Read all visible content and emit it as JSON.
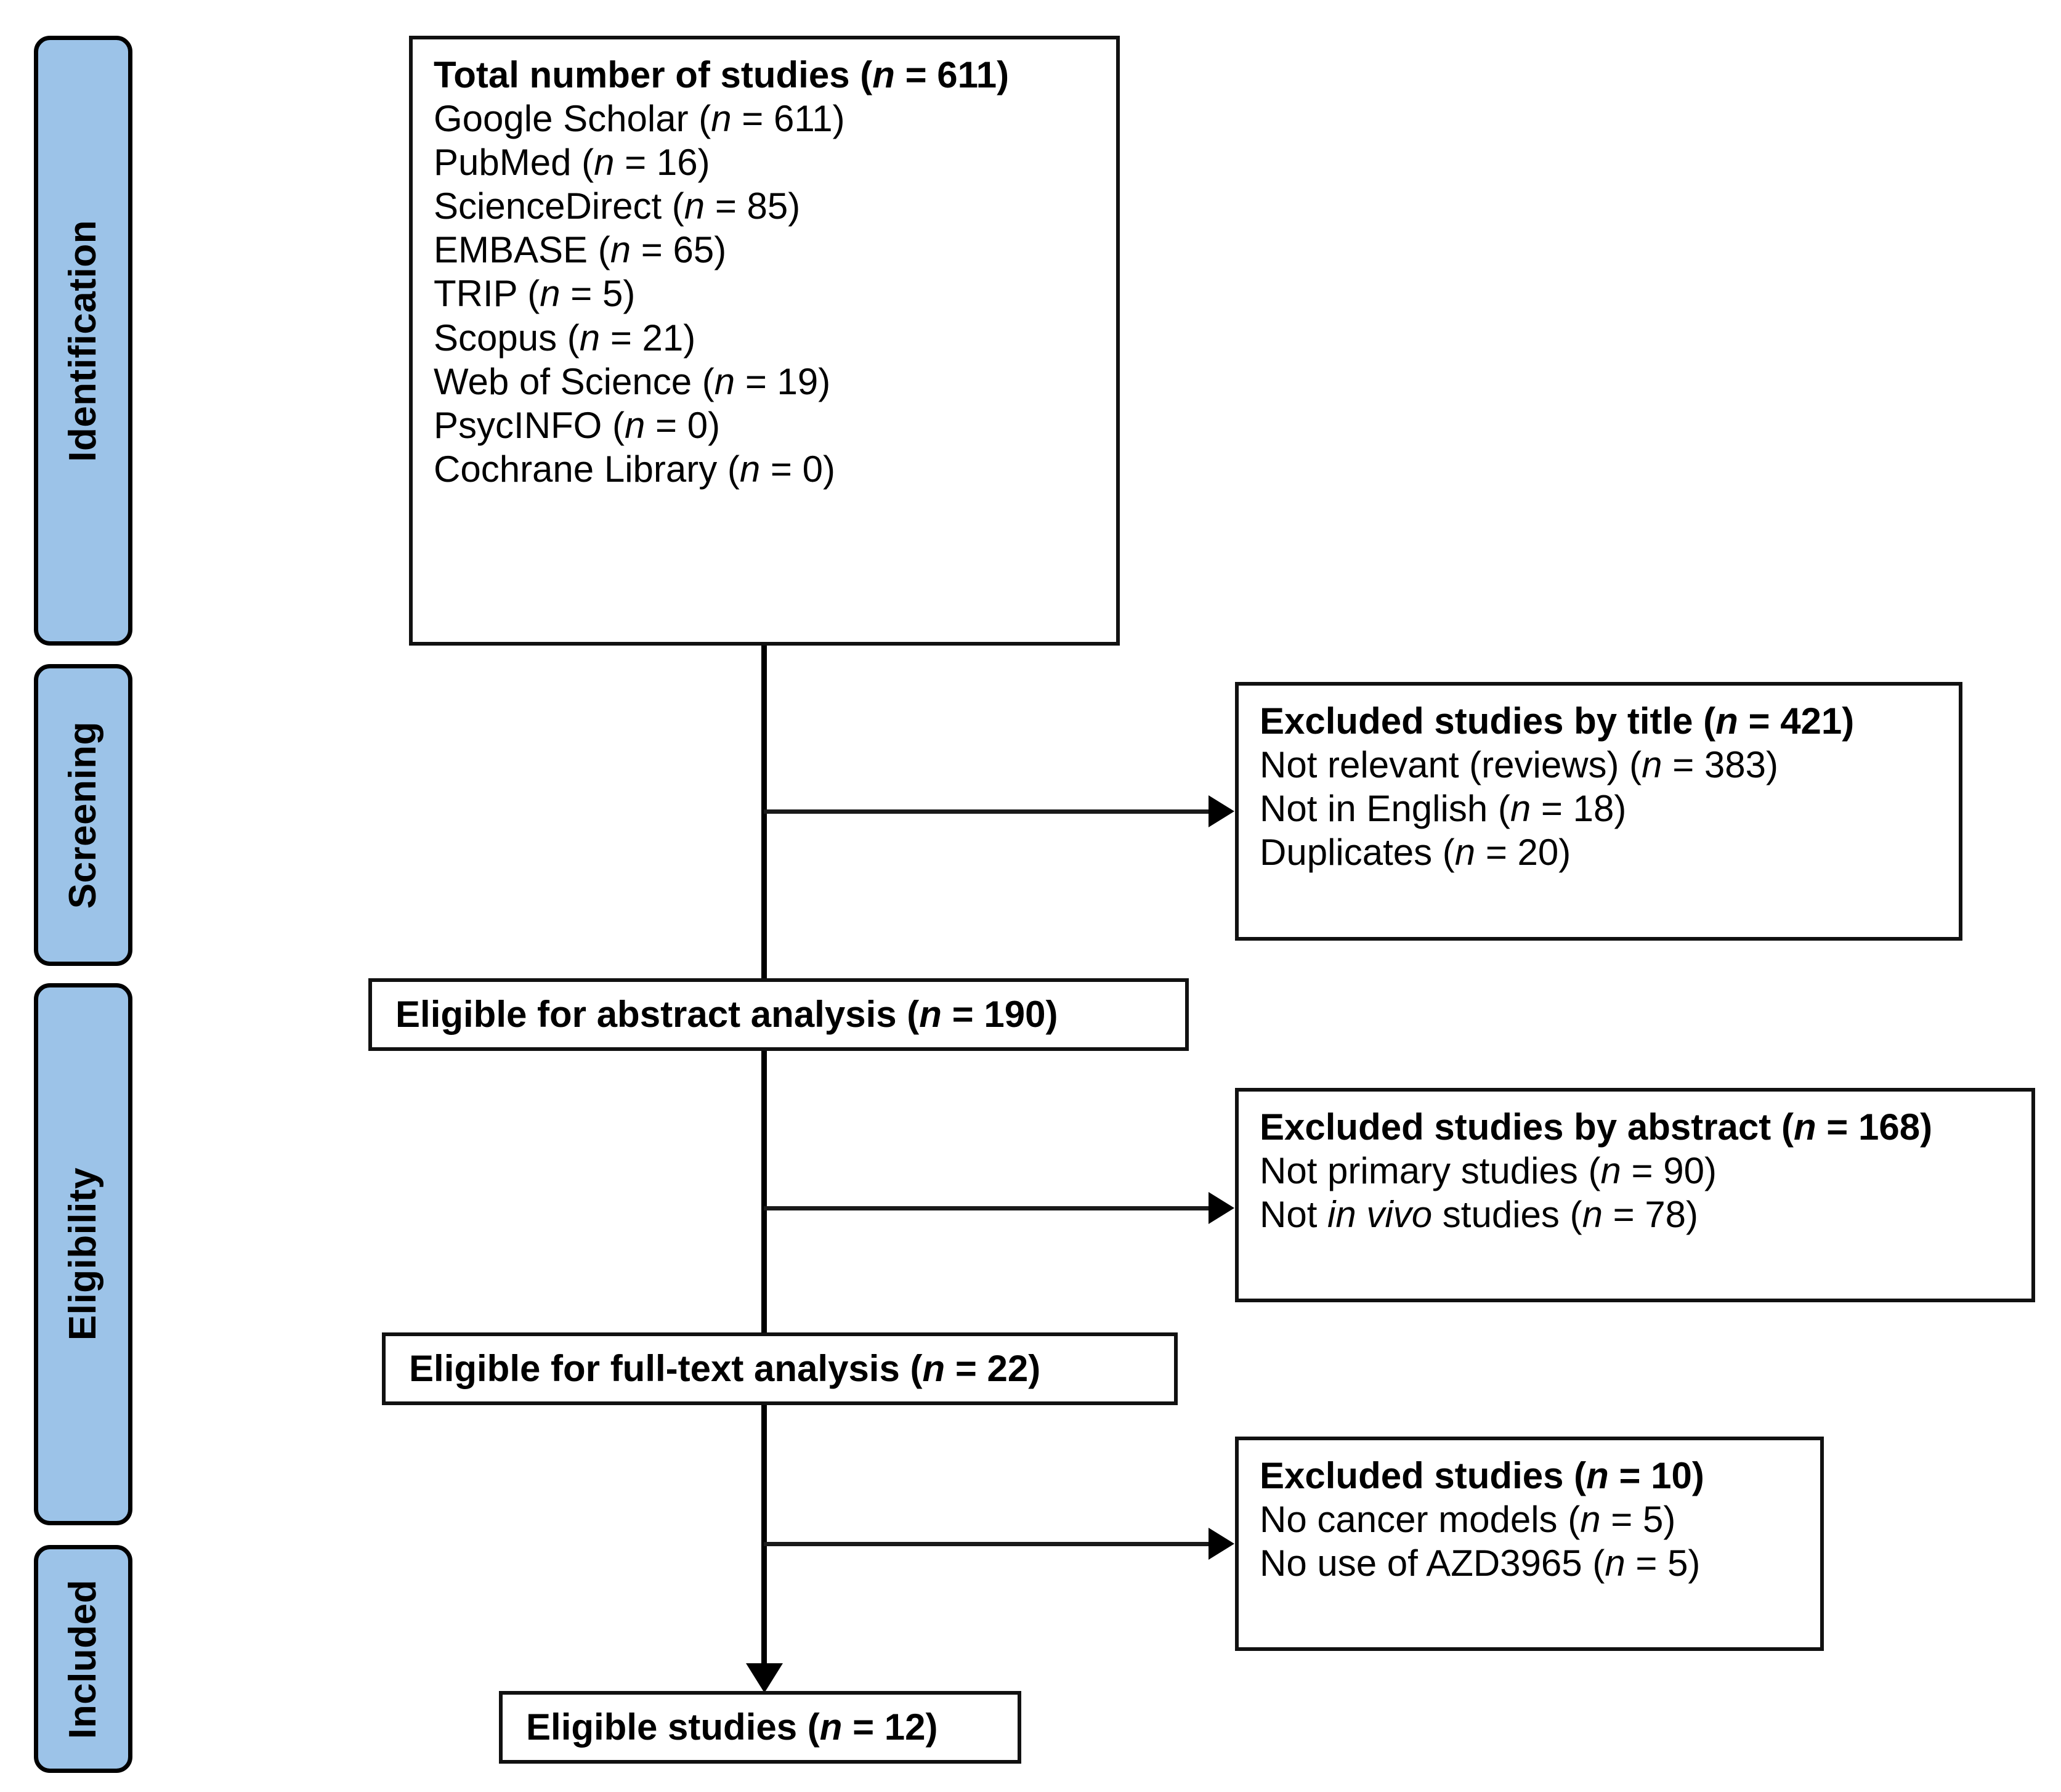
{
  "diagram": {
    "type": "PRISMA flow diagram",
    "accent_color": "#9CC3E8",
    "line_color": "#000000",
    "background": "#ffffff"
  },
  "stages": [
    {
      "id": "identification",
      "label": "Identification"
    },
    {
      "id": "screening",
      "label": "Screening"
    },
    {
      "id": "eligibility",
      "label": "Eligibility"
    },
    {
      "id": "included",
      "label": "Included"
    }
  ],
  "boxes": {
    "identification": {
      "heading": "Total number of studies (n = 611)",
      "heading_plain": "Total number of studies",
      "heading_n": "611",
      "sources": [
        {
          "name": "Google Scholar",
          "n": "611",
          "text": "Google Scholar (n = 611)"
        },
        {
          "name": "PubMed",
          "n": "16",
          "text": "PubMed (n = 16)"
        },
        {
          "name": "ScienceDirect",
          "n": "85",
          "text": "ScienceDirect (n = 85)"
        },
        {
          "name": "EMBASE",
          "n": "65",
          "text": "EMBASE (n = 65)"
        },
        {
          "name": "TRIP",
          "n": "5",
          "text": "TRIP (n = 5)"
        },
        {
          "name": "Scopus",
          "n": "21",
          "text": "Scopus (n = 21)"
        },
        {
          "name": "Web of Science",
          "n": "19",
          "text": "Web of Science (n = 19)"
        },
        {
          "name": "PsycINFO",
          "n": "0",
          "text": "PsycINFO (n = 0)"
        },
        {
          "name": "Cochrane Library",
          "n": "0",
          "text": "Cochrane  Library (n = 0)"
        }
      ]
    },
    "excluded_by_title": {
      "heading": "Excluded studies by title (n = 421)",
      "heading_n": "421",
      "reasons": [
        {
          "label": "Not relevant (reviews)",
          "n": "383",
          "text": "Not relevant (reviews) (n = 383)"
        },
        {
          "label": "Not in English",
          "n": "18",
          "text": "Not in English (n = 18)"
        },
        {
          "label": "Duplicates",
          "n": "20",
          "text": "Duplicates (n = 20)"
        }
      ]
    },
    "eligible_abstract": {
      "heading": "Eligible for abstract analysis (n = 190)",
      "heading_n": "190"
    },
    "excluded_by_abstract": {
      "heading": "Excluded studies by abstract (n = 168)",
      "heading_n": "168",
      "reasons": [
        {
          "label": "Not primary studies",
          "n": "90",
          "text": "Not primary studies (n = 90)"
        },
        {
          "label": "Not in vivo studies",
          "n": "78",
          "text_pre": "Not ",
          "text_italic": "in vivo",
          "text_post": " studies (n = 78)"
        }
      ]
    },
    "eligible_fulltext": {
      "heading": "Eligible for full-text analysis (n = 22)",
      "heading_n": "22"
    },
    "excluded_fulltext": {
      "heading": "Excluded studies (n = 10)",
      "heading_n": "10",
      "reasons": [
        {
          "label": "No cancer models",
          "n": "5",
          "text": "No cancer models (n = 5)"
        },
        {
          "label": "No use of AZD3965",
          "n": "5",
          "text": "No use of AZD3965 (n = 5)"
        }
      ]
    },
    "eligible_final": {
      "heading": "Eligible studies (n = 12)",
      "heading_n": "12"
    }
  },
  "chart_data": {
    "type": "flow",
    "title": "PRISMA study selection flow",
    "nodes": [
      {
        "id": "total",
        "label": "Total number of studies",
        "n": 611,
        "stage": "Identification"
      },
      {
        "id": "excl_title",
        "label": "Excluded studies by title",
        "n": 421,
        "stage": "Screening"
      },
      {
        "id": "abstract",
        "label": "Eligible for abstract analysis",
        "n": 190,
        "stage": "Screening"
      },
      {
        "id": "excl_abstract",
        "label": "Excluded studies by abstract",
        "n": 168,
        "stage": "Eligibility"
      },
      {
        "id": "fulltext",
        "label": "Eligible for full-text analysis",
        "n": 22,
        "stage": "Eligibility"
      },
      {
        "id": "excl_fulltext",
        "label": "Excluded studies",
        "n": 10,
        "stage": "Included"
      },
      {
        "id": "final",
        "label": "Eligible studies",
        "n": 12,
        "stage": "Included"
      }
    ],
    "edges": [
      {
        "from": "total",
        "to": "excl_title"
      },
      {
        "from": "total",
        "to": "abstract"
      },
      {
        "from": "abstract",
        "to": "excl_abstract"
      },
      {
        "from": "abstract",
        "to": "fulltext"
      },
      {
        "from": "fulltext",
        "to": "excl_fulltext"
      },
      {
        "from": "fulltext",
        "to": "final"
      }
    ],
    "sources": {
      "Google Scholar": 611,
      "PubMed": 16,
      "ScienceDirect": 85,
      "EMBASE": 65,
      "TRIP": 5,
      "Scopus": 21,
      "Web of Science": 19,
      "PsycINFO": 0,
      "Cochrane Library": 0
    },
    "exclusion_reasons": {
      "by_title": {
        "Not relevant (reviews)": 383,
        "Not in English": 18,
        "Duplicates": 20
      },
      "by_abstract": {
        "Not primary studies": 90,
        "Not in vivo studies": 78
      },
      "by_fulltext": {
        "No cancer models": 5,
        "No use of AZD3965": 5
      }
    }
  }
}
